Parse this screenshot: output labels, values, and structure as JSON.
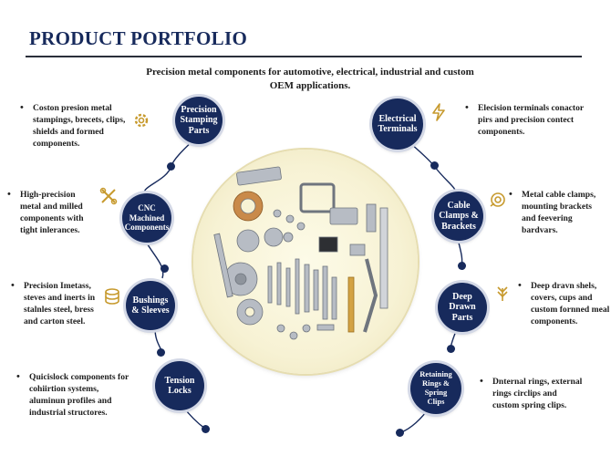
{
  "header": {
    "title": "PRODUCT PORTFOLIO",
    "subtitle_line1": "Precision metal components for automotive, electrical, industrial and custom",
    "subtitle_line2": "OEM applications."
  },
  "colors": {
    "navy": "#172a5c",
    "icon_gold": "#c79a2e",
    "center_fill": "#f7f2d4"
  },
  "left": [
    {
      "node": "Precision\nStamping\nParts",
      "desc": "Coston presion metal\nstampings, brecets, clips,\nshields and formed\ncomponents.",
      "icon": "gear-icon"
    },
    {
      "node": "CNC\nMachined\nComponents",
      "desc": "High-precision\nmetal and milled\ncomponents with\ntight inlerances.",
      "icon": "tools-icon"
    },
    {
      "node": "Bushings\n& Sleeves",
      "desc": "Precision Imetass,\nsteves and inerts in\nstalnles steel, bress\nand carton steel.",
      "icon": "stack-icon"
    },
    {
      "node": "Tension\nLocks",
      "desc": "Quicislock components for\ncohiirtion systems,\naluminun profiles and\nindustrial structores."
    }
  ],
  "right": [
    {
      "node": "Electrical\nTerminals",
      "desc": "Elecision terminals conactor\npirs and precision contect\ncomponents.",
      "icon": "lightning-icon"
    },
    {
      "node": "Cable\nClamps &\nBrackets",
      "desc": "Metal cable clamps,\nmounting brackets\nand feevering\nbardvars.",
      "icon": "clamp-icon"
    },
    {
      "node": "Deep\nDrawn\nParts",
      "desc": "Deep dravn shels,\ncovers, cups and\ncustom fornned meal\ncomponents.",
      "icon": "wheat-icon"
    },
    {
      "node": "Retaining\nRings &\nSpring\nClips",
      "desc": "Dnternal rings, external\nrings circlips and\ncustom spring clips."
    }
  ]
}
